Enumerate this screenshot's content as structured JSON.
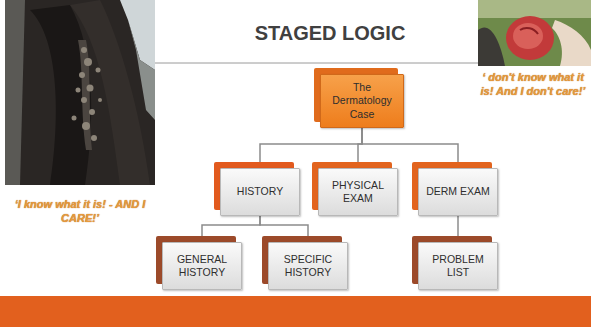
{
  "diagram": {
    "title": "STAGED LOGIC",
    "nodes": [
      {
        "text": [
          "The Dermatology Case"
        ]
      },
      {
        "text": [
          "HISTORY"
        ]
      },
      {
        "text": [
          "PHYSICAL EXAM"
        ]
      },
      {
        "text": [
          "DERM EXAM"
        ]
      },
      {
        "text": [
          "GENERAL HISTORY"
        ]
      },
      {
        "text": [
          "SPECIFIC HISTORY"
        ]
      },
      {
        "text": [
          "PROBLEM LIST"
        ]
      }
    ],
    "edges": [
      {
        "from": 0,
        "to": 1,
        "arrow": "none"
      },
      {
        "from": 0,
        "to": 2,
        "arrow": "none"
      },
      {
        "from": 0,
        "to": 3,
        "arrow": "none"
      },
      {
        "from": 1,
        "to": 4,
        "arrow": "none"
      },
      {
        "from": 1,
        "to": 5,
        "arrow": "none"
      },
      {
        "from": 3,
        "to": 6,
        "arrow": "none"
      }
    ],
    "labels": [
      "‘I know what it is! - AND I CARE!’",
      "‘ don't know what it is! And I don't care!’"
    ]
  }
}
